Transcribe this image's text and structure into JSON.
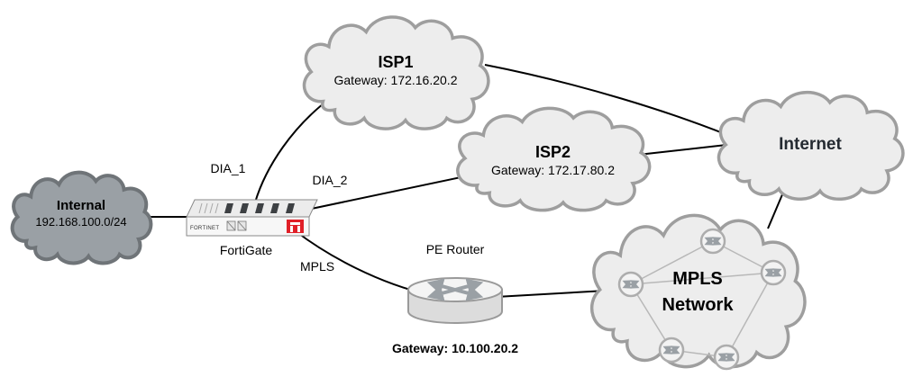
{
  "diagram": {
    "nodes": {
      "internal": {
        "label": "Internal",
        "subnet": "192.168.100.0/24"
      },
      "fortigate": {
        "label": "FortiGate",
        "brand": "FORTINET"
      },
      "isp1": {
        "label": "ISP1",
        "gateway": "Gateway: 172.16.20.2"
      },
      "isp2": {
        "label": "ISP2",
        "gateway": "Gateway: 172.17.80.2"
      },
      "internet": {
        "label": "Internet"
      },
      "mpls_cloud": {
        "line1": "MPLS",
        "line2": "Network"
      },
      "pe_router": {
        "label": "PE Router",
        "gateway": "Gateway: 10.100.20.2"
      }
    },
    "links": {
      "dia_1": {
        "label": "DIA_1"
      },
      "dia_2": {
        "label": "DIA_2"
      },
      "mpls": {
        "label": "MPLS"
      }
    },
    "colors": {
      "background": "#ffffff",
      "cloud_fill": "#ededed",
      "cloud_stroke": "#9e9e9e",
      "internal_cloud_fill": "#9aa0a5",
      "internal_cloud_stroke": "#6f7478",
      "link_line": "#000000",
      "fortinet_red": "#e02028",
      "router_arrow_gray": "#9aa0a5"
    }
  }
}
